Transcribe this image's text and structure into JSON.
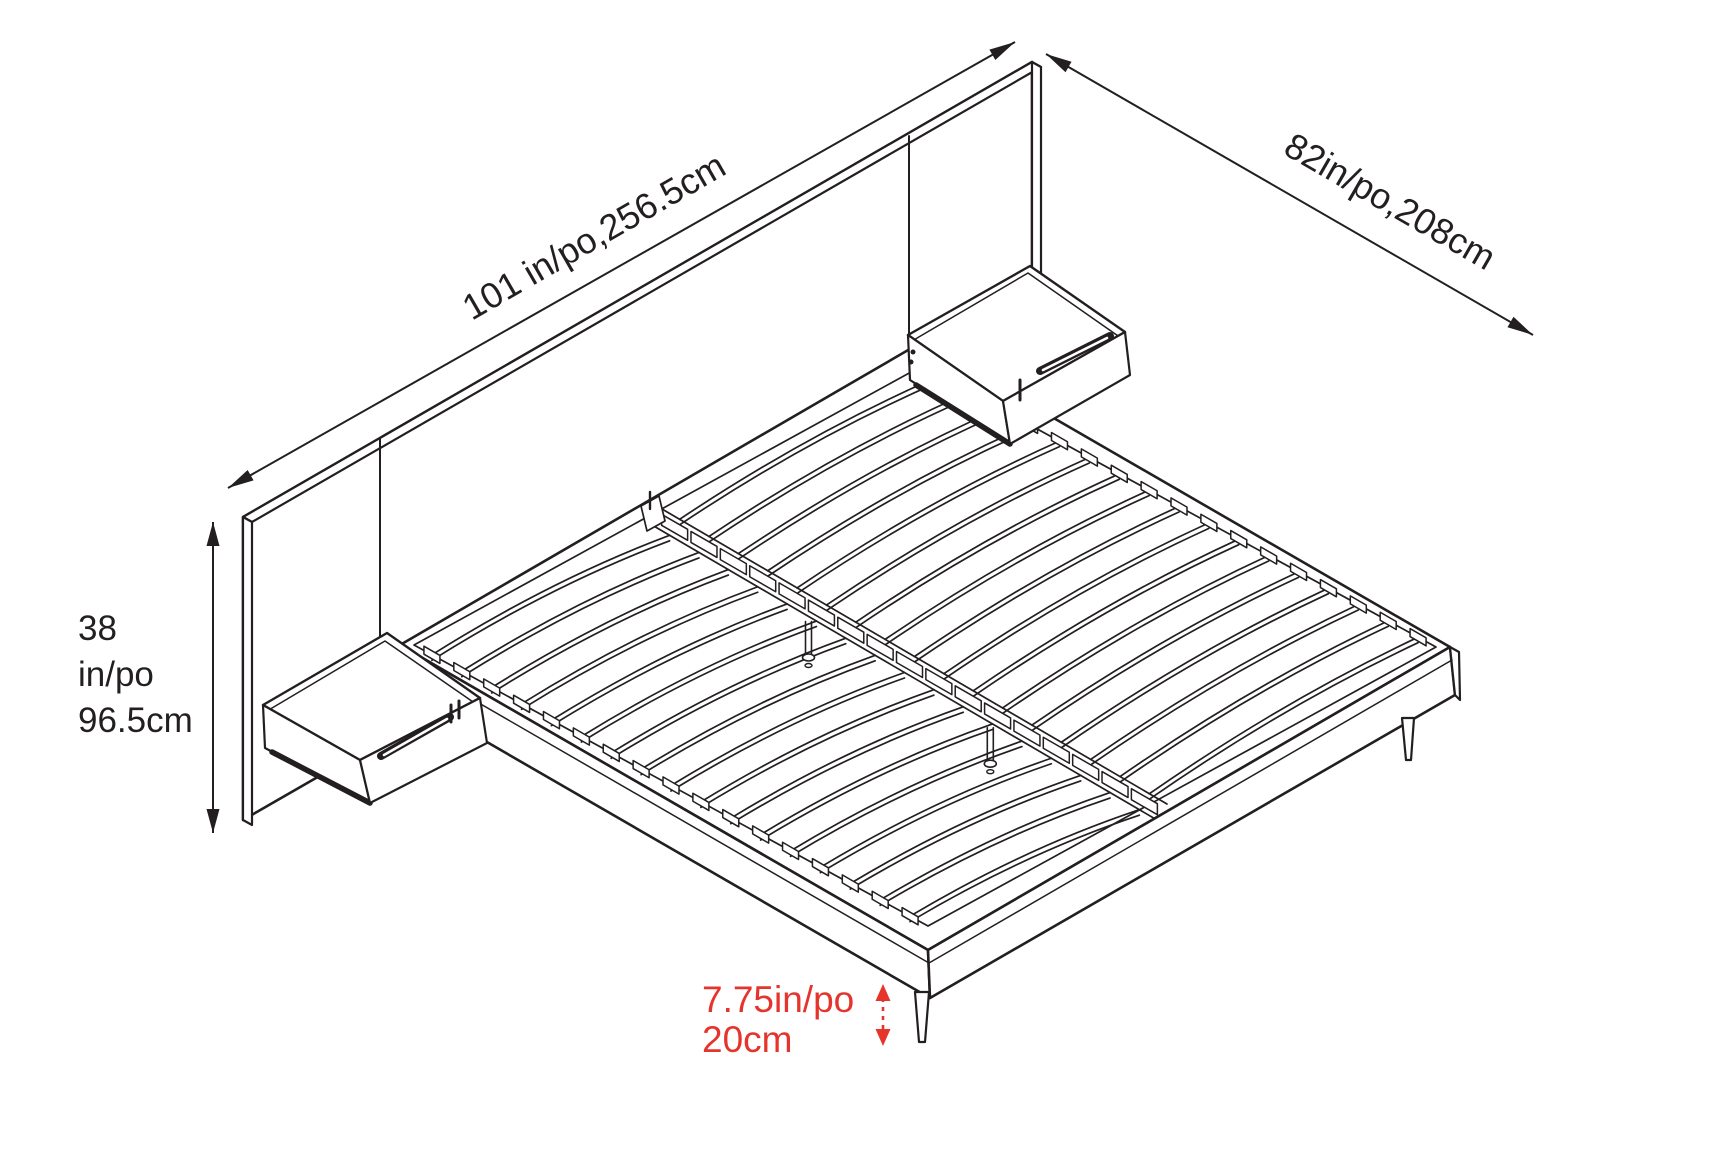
{
  "figure": {
    "subject": "platform bed with wide headboard, two floating nightstands and slatted base, isometric line drawing"
  },
  "colors": {
    "ink": "#231f20",
    "accent_red": "#e5342b",
    "background": "#ffffff"
  },
  "dimensions": {
    "width": {
      "label": "101 in/po,256.5cm",
      "inches": 101,
      "cm": 256.5
    },
    "depth": {
      "label": "82in/po,208cm",
      "inches": 82,
      "cm": 208
    },
    "height": {
      "line1": "38",
      "line2": "in/po",
      "line3": "96.5cm",
      "inches": 38,
      "cm": 96.5
    },
    "leg_height": {
      "line1": "7.75in/po",
      "line2": "20cm",
      "inches": 7.75,
      "cm": 20
    }
  }
}
